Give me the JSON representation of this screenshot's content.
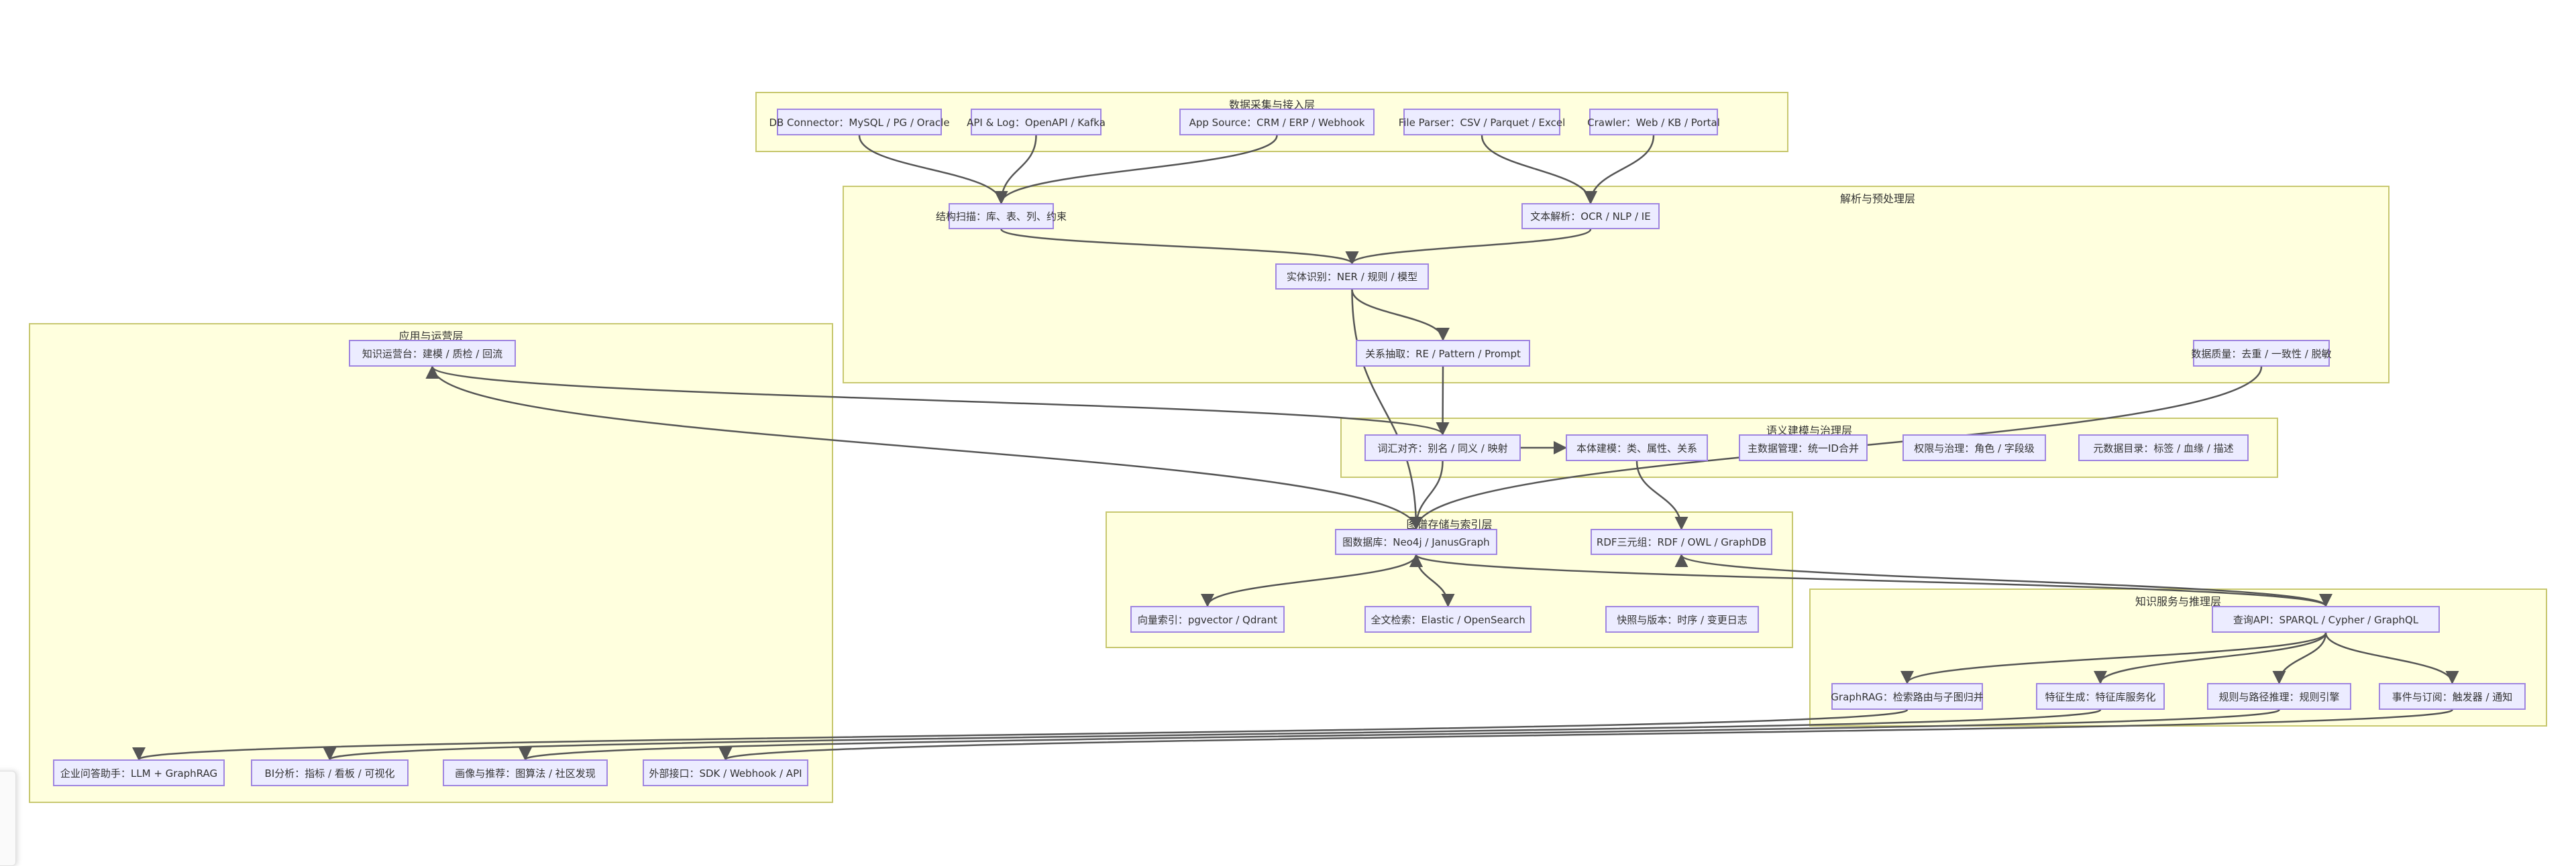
{
  "diagram": {
    "type": "flowchart",
    "colors": {
      "cluster_fill": "#ffffde",
      "cluster_border": "#c8c870",
      "node_fill": "#ececff",
      "node_border": "#9f85e0",
      "edge": "#555555",
      "text": "#333333"
    },
    "clusters": {
      "ingest": {
        "title": "数据采集与接入层"
      },
      "parse": {
        "title": "解析与预处理层"
      },
      "semantic": {
        "title": "语义建模与治理层"
      },
      "storage": {
        "title": "图谱存储与索引层"
      },
      "service": {
        "title": "知识服务与推理层"
      },
      "app": {
        "title": "应用与运营层"
      }
    },
    "nodes": {
      "db_connector": "DB Connector：MySQL / PG / Oracle",
      "api_log": "API & Log：OpenAPI / Kafka",
      "app_source": "App Source：CRM / ERP / Webhook",
      "file_parser": "File Parser：CSV / Parquet / Excel",
      "crawler": "Crawler：Web / KB / Portal",
      "struct_scan": "结构扫描：库、表、列、约束",
      "text_parse": "文本解析：OCR / NLP / IE",
      "entity_recog": "实体识别：NER / 规则 / 模型",
      "relation_extract": "关系抽取：RE / Pattern / Prompt",
      "data_quality": "数据质量：去重 / 一致性 / 脱敏",
      "vocab_align": "词汇对齐：别名 / 同义 / 映射",
      "ontology": "本体建模：类、属性、关系",
      "mdm": "主数据管理：统一ID合并",
      "permission": "权限与治理：角色 / 字段级",
      "metadata_catalog": "元数据目录：标签 / 血缘 / 描述",
      "graph_db": "图数据库：Neo4j / JanusGraph",
      "rdf_triple": "RDF三元组：RDF / OWL / GraphDB",
      "vector_index": "向量索引：pgvector / Qdrant",
      "fulltext": "全文检索：Elastic / OpenSearch",
      "snapshot": "快照与版本：时序 / 变更日志",
      "query_api": "查询API：SPARQL / Cypher / GraphQL",
      "graphrag": "GraphRAG：检索路由与子图归并",
      "feature_gen": "特征生成：特征库服务化",
      "rule_reason": "规则与路径推理：规则引擎",
      "event_sub": "事件与订阅：触发器 / 通知",
      "ops_console": "知识运营台：建模 / 质检 / 回流",
      "qa_assistant": "企业问答助手：LLM + GraphRAG",
      "bi_analysis": "BI分析：指标 / 看板 / 可视化",
      "profile_rec": "画像与推荐：图算法 / 社区发现",
      "external_api": "外部接口：SDK / Webhook / API"
    },
    "edges": [
      {
        "from": "db_connector",
        "to": "struct_scan"
      },
      {
        "from": "api_log",
        "to": "struct_scan"
      },
      {
        "from": "app_source",
        "to": "struct_scan"
      },
      {
        "from": "file_parser",
        "to": "text_parse"
      },
      {
        "from": "crawler",
        "to": "text_parse"
      },
      {
        "from": "struct_scan",
        "to": "entity_recog"
      },
      {
        "from": "text_parse",
        "to": "entity_recog"
      },
      {
        "from": "entity_recog",
        "to": "relation_extract"
      },
      {
        "from": "entity_recog",
        "to": "graph_db"
      },
      {
        "from": "relation_extract",
        "to": "vocab_align"
      },
      {
        "from": "vocab_align",
        "to": "ontology"
      },
      {
        "from": "vocab_align",
        "to": "ops_console"
      },
      {
        "from": "vocab_align",
        "to": "graph_db"
      },
      {
        "from": "data_quality",
        "to": "graph_db"
      },
      {
        "from": "ontology",
        "to": "rdf_triple"
      },
      {
        "from": "graph_db",
        "to": "vector_index",
        "bidirectional": true
      },
      {
        "from": "graph_db",
        "to": "fulltext",
        "bidirectional": true
      },
      {
        "from": "graph_db",
        "to": "ops_console",
        "bidirectional": true
      },
      {
        "from": "graph_db",
        "to": "query_api"
      },
      {
        "from": "query_api",
        "to": "rdf_triple"
      },
      {
        "from": "query_api",
        "to": "graphrag"
      },
      {
        "from": "query_api",
        "to": "feature_gen"
      },
      {
        "from": "query_api",
        "to": "rule_reason"
      },
      {
        "from": "query_api",
        "to": "event_sub"
      },
      {
        "from": "graphrag",
        "to": "qa_assistant"
      },
      {
        "from": "feature_gen",
        "to": "bi_analysis"
      },
      {
        "from": "rule_reason",
        "to": "profile_rec"
      },
      {
        "from": "event_sub",
        "to": "external_api"
      }
    ]
  }
}
